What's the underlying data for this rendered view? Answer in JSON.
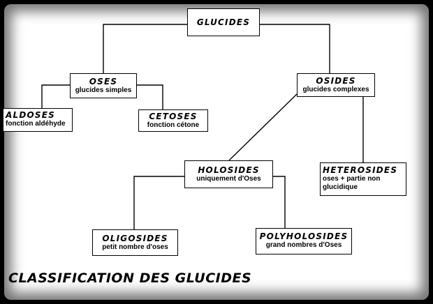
{
  "nodes": {
    "glucides": {
      "title": "GLUCIDES"
    },
    "oses": {
      "title": "OSES",
      "subtitle": "glucides simples"
    },
    "osides": {
      "title": "OSIDES",
      "subtitle": "glucides complexes"
    },
    "aldoses": {
      "title": "ALDOSES",
      "subtitle": "fonction aldéhyde"
    },
    "cetoses": {
      "title": "CETOSES",
      "subtitle": "fonction cétone"
    },
    "holosides": {
      "title": "HOLOSIDES",
      "subtitle": "uniquement d'Oses"
    },
    "heterosides": {
      "title": "HETEROSIDES",
      "subtitle_line1": "oses + partie non",
      "subtitle_line2": "glucidique"
    },
    "oligosides": {
      "title": "OLIGOSIDES",
      "subtitle": "petit nombre d'oses"
    },
    "polyholosides": {
      "title": "POLYHOLOSIDES",
      "subtitle": "grand nombres d'Oses"
    }
  },
  "caption": "CLASSIFICATION DES GLUCIDES"
}
